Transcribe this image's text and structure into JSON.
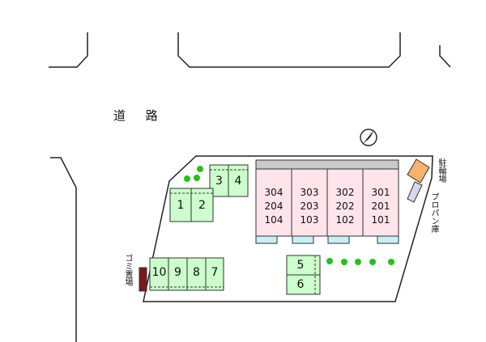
{
  "road": {
    "label": "道 路"
  },
  "compass": {
    "icon": "north-arrow-icon"
  },
  "parking_slots": [
    "1",
    "2",
    "3",
    "4",
    "5",
    "6",
    "7",
    "8",
    "9",
    "10"
  ],
  "units": [
    {
      "col": [
        "304",
        "204",
        "104"
      ]
    },
    {
      "col": [
        "303",
        "203",
        "103"
      ]
    },
    {
      "col": [
        "302",
        "202",
        "102"
      ]
    },
    {
      "col": [
        "301",
        "201",
        "101"
      ]
    }
  ],
  "facilities": {
    "bicycle_parking": "駐輪場",
    "propane_storage": "プロパン庫",
    "garbage_area": "ゴミ置場"
  },
  "colors": {
    "parking": "#ccffcc",
    "building": "#ffe4ea",
    "balcony": "#c8eef8",
    "bicycle": "#f7b36b",
    "propane": "#d4d9ef",
    "garbage": "#7a1a1a",
    "tree": "#22c21c"
  }
}
